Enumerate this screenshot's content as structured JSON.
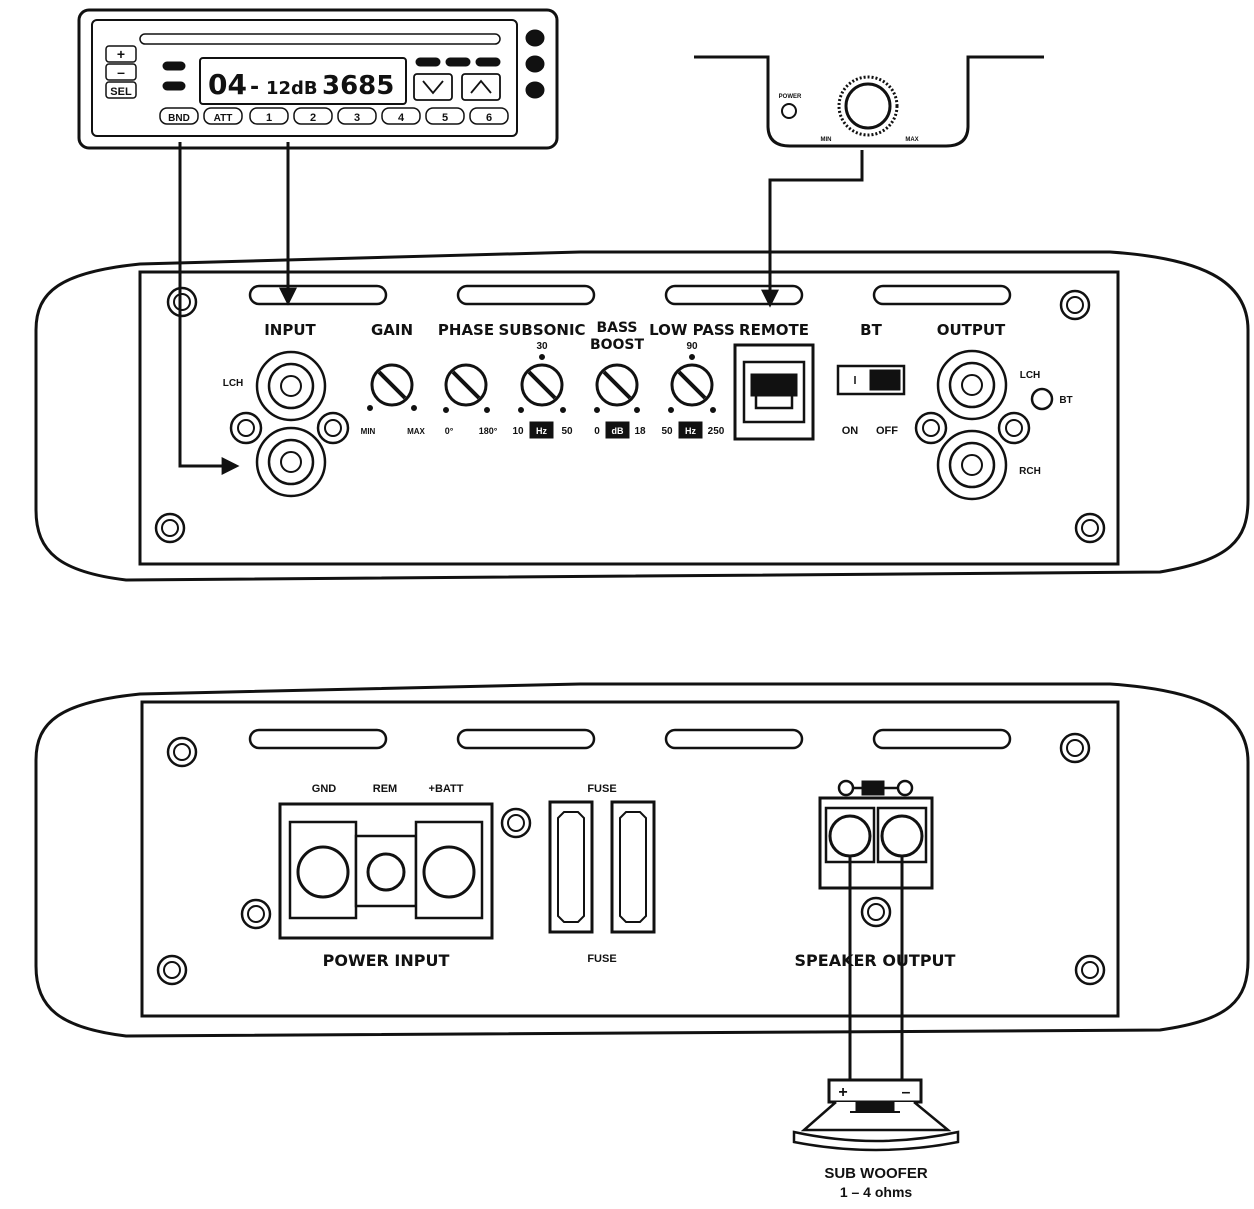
{
  "head_unit": {
    "display": {
      "track": "04",
      "sep": "-",
      "level": "12dB",
      "value": "3685"
    },
    "left_buttons": [
      "+",
      "–",
      "SEL"
    ],
    "bottom_buttons": [
      "BND",
      "ATT",
      "1",
      "2",
      "3",
      "4",
      "5",
      "6"
    ]
  },
  "remote_knob": {
    "power_label": "POWER",
    "min_label": "MIN",
    "max_label": "MAX"
  },
  "front_panel": {
    "input_label": "INPUT",
    "lch_label": "LCH",
    "gain": {
      "label": "GAIN",
      "min": "MIN",
      "max": "MAX"
    },
    "phase": {
      "label": "PHASE",
      "min": "0°",
      "max": "180°"
    },
    "subsonic": {
      "label": "SUBSONIC",
      "mid": "30",
      "min": "10",
      "unit": "Hz",
      "max": "50"
    },
    "bass_boost": {
      "label1": "BASS",
      "label2": "BOOST",
      "min": "0",
      "unit": "dB",
      "max": "18"
    },
    "low_pass": {
      "label": "LOW PASS",
      "mid": "90",
      "min": "50",
      "unit": "Hz",
      "max": "250"
    },
    "remote_label": "REMOTE",
    "bt": {
      "label": "BT",
      "on": "ON",
      "off": "OFF"
    },
    "output": {
      "label": "OUTPUT",
      "lch": "LCH",
      "rch": "RCH",
      "bt": "BT"
    }
  },
  "rear_panel": {
    "power": {
      "gnd": "GND",
      "rem": "REM",
      "batt": "+BATT",
      "title": "POWER  INPUT"
    },
    "fuse": {
      "top": "FUSE",
      "bottom": "FUSE"
    },
    "speaker": {
      "title": "SPEAKER  OUTPUT"
    }
  },
  "subwoofer": {
    "plus": "+",
    "minus": "–",
    "label": "SUB WOOFER",
    "impedance": "1 – 4 ohms"
  }
}
